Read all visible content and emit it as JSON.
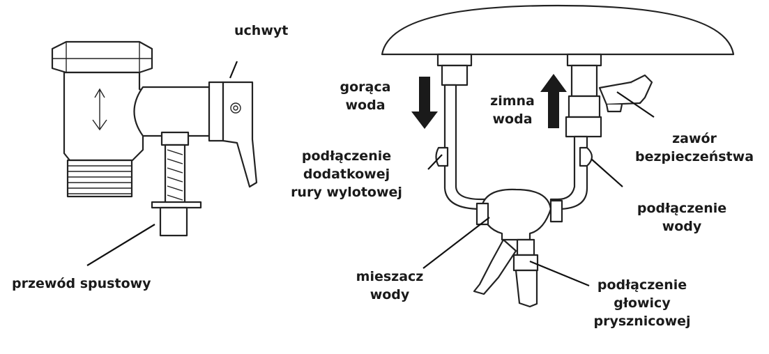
{
  "labels": {
    "uchwyt": "uchwyt",
    "przewod": "przewód spustowy",
    "goraca": [
      "gorąca",
      "woda"
    ],
    "zimna": [
      "zimna",
      "woda"
    ],
    "zawor": [
      "zawór",
      "bezpieczeństwa"
    ],
    "rura": [
      "podłączenie",
      "dodatkowej",
      "rury wylotowej"
    ],
    "wody_conn": [
      "podłączenie",
      "wody"
    ],
    "mieszacz": [
      "mieszacz",
      "wody"
    ],
    "glowica": [
      "podłączenie",
      "głowicy",
      "prysznicowej"
    ]
  },
  "colors": {
    "line": "#222222",
    "text": "#1a1a1a",
    "arrow": "#1a1a1a"
  }
}
